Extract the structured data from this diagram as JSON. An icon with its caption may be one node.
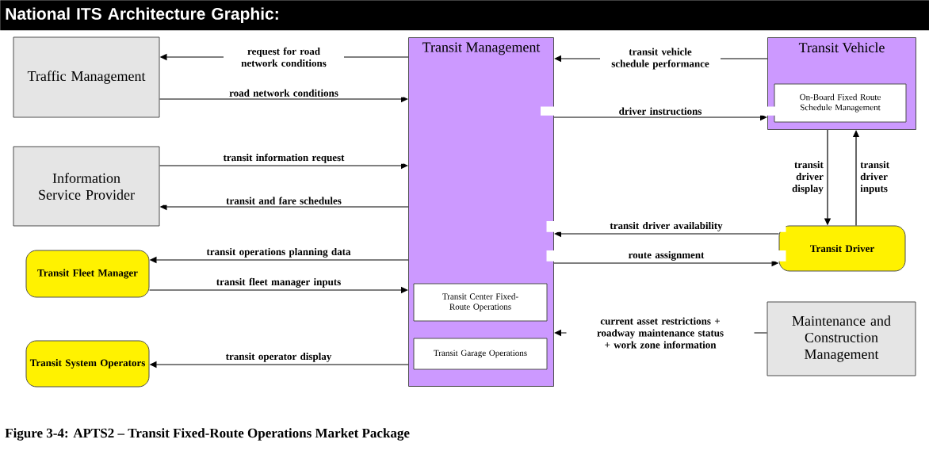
{
  "diagram": {
    "title": "National ITS Architecture Graphic:",
    "caption": "Figure 3-4: APTS2 – Transit Fixed-Route Operations Market Package",
    "nodes": [
      {
        "text": [
          "Traffic Management"
        ]
      },
      {
        "text": [
          "Information Service Provider"
        ]
      },
      {
        "text": [
          "Transit Fleet Manager"
        ]
      },
      {
        "text": [
          "Transit System Operators"
        ]
      },
      {
        "text": [
          "Transit Management"
        ]
      },
      {
        "text": [
          "Transit Center Fixed-Route Operations"
        ],
        "in": 4
      },
      {
        "text": [
          "Transit Garage Operations"
        ],
        "in": 4
      },
      {
        "text": [
          "Transit Vehicle"
        ]
      },
      {
        "text": [
          "On-Board Fixed Route Schedule Management"
        ],
        "in": 7
      },
      {
        "text": [
          "Transit Driver"
        ]
      },
      {
        "text": [
          "Maintenance and Construction Management"
        ]
      }
    ],
    "edges": [
      {
        "from": 4,
        "to": 0,
        "arrow": "to",
        "label": "request for road network conditions"
      },
      {
        "from": 0,
        "to": 4,
        "arrow": "to",
        "label": "road network conditions"
      },
      {
        "from": 1,
        "to": 4,
        "arrow": "to",
        "label": "transit information request"
      },
      {
        "from": 4,
        "to": 1,
        "arrow": "to",
        "label": "transit and fare schedules"
      },
      {
        "from": 4,
        "to": 2,
        "arrow": "to",
        "label": "transit operations planning data"
      },
      {
        "from": 2,
        "to": 4,
        "arrow": "to",
        "label": "transit fleet manager inputs"
      },
      {
        "from": 4,
        "to": 3,
        "arrow": "to",
        "label": "transit operator display"
      },
      {
        "from": 7,
        "to": 4,
        "arrow": "to",
        "label": "transit vehicle schedule performance"
      },
      {
        "from": 4,
        "to": 7,
        "arrow": "to",
        "label": "driver instructions"
      },
      {
        "from": 7,
        "to": 9,
        "arrow": "to",
        "label": "transit driver display"
      },
      {
        "from": 9,
        "to": 7,
        "arrow": "to",
        "label": "transit driver inputs"
      },
      {
        "from": 9,
        "to": 4,
        "arrow": "to",
        "label": "transit driver availability"
      },
      {
        "from": 4,
        "to": 9,
        "arrow": "to",
        "label": "route assignment"
      },
      {
        "from": 10,
        "to": 4,
        "arrow": "to",
        "label": "current asset restrictions + roadway maintenance status + work zone information"
      }
    ]
  }
}
